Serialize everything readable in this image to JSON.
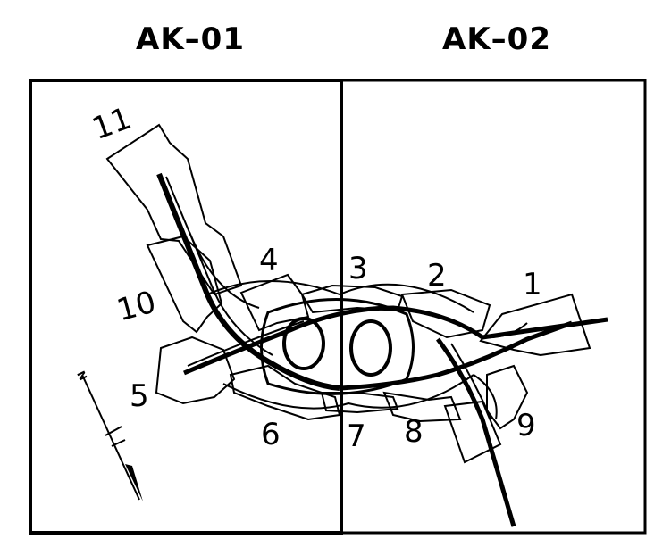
{
  "titles": {
    "left_sheet": "AK–01",
    "right_sheet": "AK–02"
  },
  "segment_labels": [
    "1",
    "2",
    "3",
    "4",
    "5",
    "6",
    "7",
    "8",
    "9",
    "10",
    "11"
  ],
  "north_arrow": {
    "icon": "north-arrow-icon",
    "letter": "N"
  },
  "colors": {
    "line": "#000000",
    "background": "#ffffff"
  }
}
